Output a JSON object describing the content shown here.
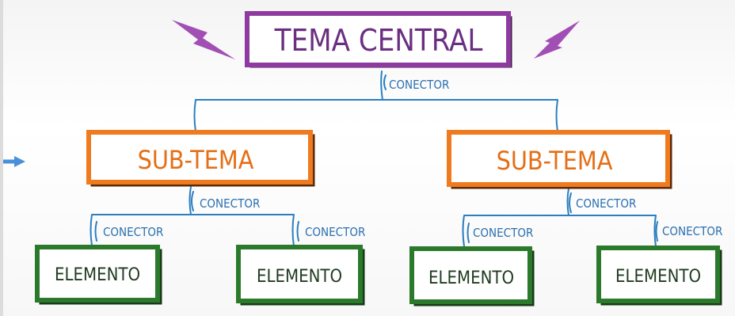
{
  "diagram": {
    "central_topic": "TEMA CENTRAL",
    "subtopics": [
      "SUB-TEMA",
      "SUB-TEMA"
    ],
    "elements": [
      "ELEMENTO",
      "ELEMENTO",
      "ELEMENTO",
      "ELEMENTO"
    ],
    "connector_label": "CONECTOR",
    "colors": {
      "central": "#8e3aa0",
      "subtopic": "#f07a1e",
      "element": "#2b7a2b",
      "connector": "#2a7fc0",
      "lightning": "#a24fb5",
      "arrow": "#4a90d9"
    }
  }
}
